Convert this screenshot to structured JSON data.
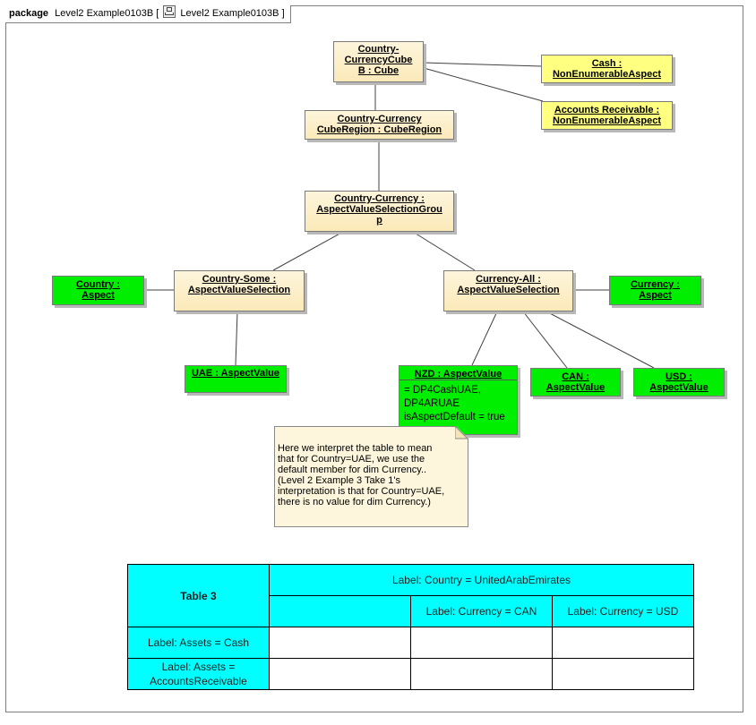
{
  "package_tab": {
    "keyword": "package",
    "name": "Level2 Example0103B",
    "inner_name": "Level2 Example0103B"
  },
  "nodes": {
    "cube": [
      "Country-",
      "CurrencyCube",
      "B : Cube"
    ],
    "cube_region": [
      "Country-Currency",
      "CubeRegion : CubeRegion"
    ],
    "group": [
      "Country-Currency :",
      "AspectValueSelectionGrou",
      "p"
    ],
    "cash": [
      "Cash :",
      "NonEnumerableAspect"
    ],
    "accounts_receivable": [
      "Accounts Receivable :",
      "NonEnumerableAspect"
    ],
    "country_aspect": [
      "Country :",
      "Aspect"
    ],
    "country_some": [
      "Country-Some :",
      "AspectValueSelection"
    ],
    "currency_all": [
      "Currency-All :",
      "AspectValueSelection"
    ],
    "currency_aspect": [
      "Currency :",
      "Aspect"
    ],
    "uae": [
      "UAE : AspectValue"
    ],
    "nzd": {
      "title": "NZD : AspectValue",
      "slots": [
        "= DP4CashUAE,",
        "DP4ARUAE",
        "isAspectDefault = true"
      ]
    },
    "can": [
      "CAN :",
      "AspectValue"
    ],
    "usd": [
      "USD :",
      "AspectValue"
    ]
  },
  "note": {
    "lines": [
      "Here we interpret the table to mean",
      "that for Country=UAE, we use the",
      "default member for dim Currency..",
      "(Level 2 Example 3 Take 1's",
      "interpretation is that for Country=UAE,",
      "there is no value for dim Currency.)"
    ]
  },
  "table": {
    "title": "Table 3",
    "col_header": "Label: Country = UnitedArabEmirates",
    "sub_headers": [
      "Label: Currency = CAN",
      "Label: Currency = USD"
    ],
    "rows": [
      {
        "label": [
          "Label: Assets = Cash"
        ],
        "cells": [
          "",
          "",
          ""
        ]
      },
      {
        "label": [
          "Label: Assets =",
          "AccountsReceivable"
        ],
        "cells": [
          "",
          "",
          ""
        ]
      }
    ]
  },
  "colors": {
    "green": "#00ee00",
    "yellow": "#ffff80",
    "cream": "#fbe9b8",
    "cyan": "#00ffff"
  }
}
